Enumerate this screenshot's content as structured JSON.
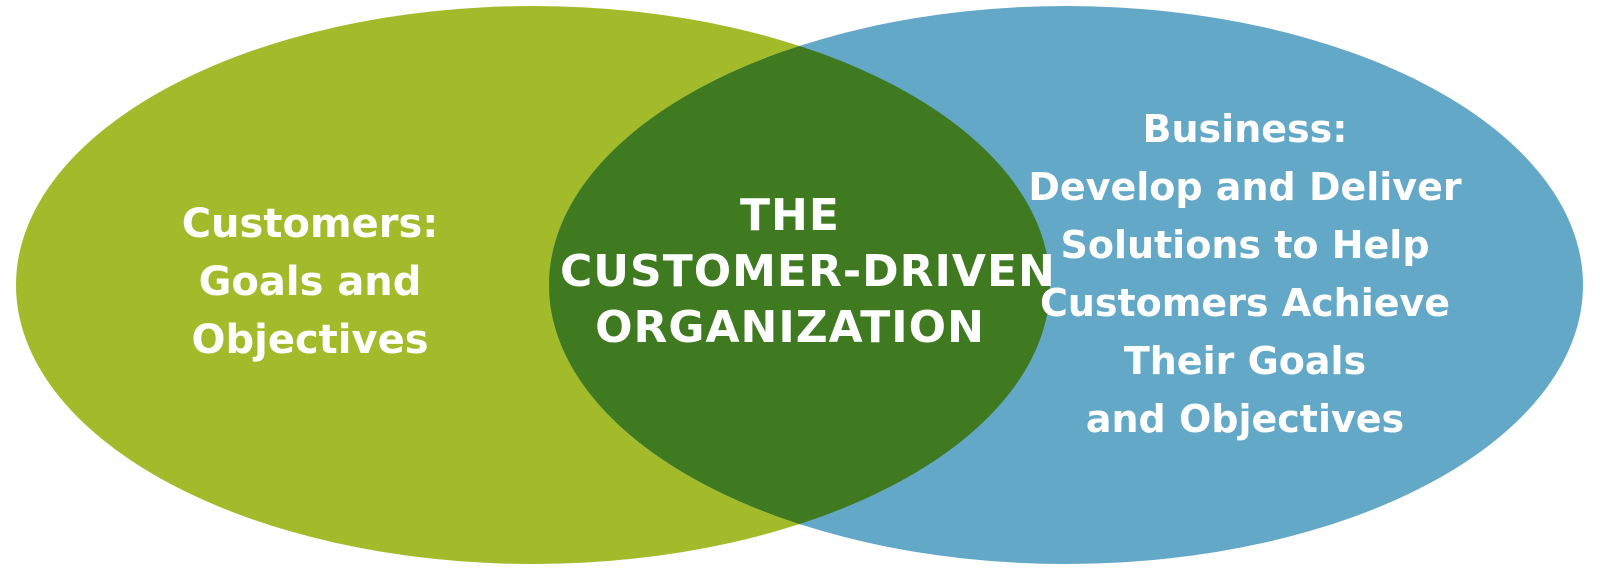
{
  "colors": {
    "left_circle": "#a3bb2a",
    "right_circle": "#64a8c8",
    "overlap": "#3f7a21",
    "text": "#ffffff"
  },
  "left": {
    "lines": [
      "Customers:",
      "Goals and",
      "Objectives"
    ]
  },
  "center": {
    "lines": [
      "THE",
      "CUSTOMER-DRIVEN",
      "ORGANIZATION"
    ]
  },
  "right": {
    "lines": [
      "Business:",
      "Develop and Deliver",
      "Solutions to Help",
      "Customers Achieve",
      "Their Goals",
      "and Objectives"
    ]
  }
}
